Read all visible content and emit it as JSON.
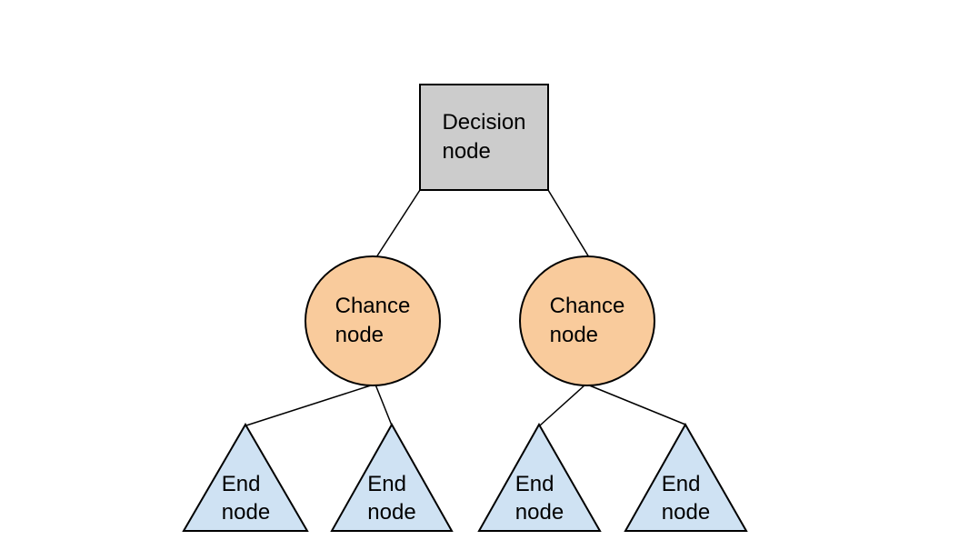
{
  "colors": {
    "background": "#ffffff",
    "stroke": "#000000",
    "text": "#000000",
    "decision_fill": "#cccccc",
    "chance_fill": "#f9cb9c",
    "end_fill": "#cfe2f3"
  },
  "diagram": {
    "type": "decision-tree",
    "nodes": {
      "decision": {
        "id": "decision",
        "shape": "square",
        "label": "Decision\nnode"
      },
      "chance_left": {
        "id": "chance-left",
        "shape": "circle",
        "label": "Chance\nnode"
      },
      "chance_right": {
        "id": "chance-right",
        "shape": "circle",
        "label": "Chance\nnode"
      },
      "end_1": {
        "id": "end-1",
        "shape": "triangle",
        "label": "End\nnode"
      },
      "end_2": {
        "id": "end-2",
        "shape": "triangle",
        "label": "End\nnode"
      },
      "end_3": {
        "id": "end-3",
        "shape": "triangle",
        "label": "End\nnode"
      },
      "end_4": {
        "id": "end-4",
        "shape": "triangle",
        "label": "End\nnode"
      }
    },
    "edges": [
      {
        "from": "decision",
        "to": "chance-left"
      },
      {
        "from": "decision",
        "to": "chance-right"
      },
      {
        "from": "chance-left",
        "to": "end-1"
      },
      {
        "from": "chance-left",
        "to": "end-2"
      },
      {
        "from": "chance-right",
        "to": "end-3"
      },
      {
        "from": "chance-right",
        "to": "end-4"
      }
    ]
  }
}
